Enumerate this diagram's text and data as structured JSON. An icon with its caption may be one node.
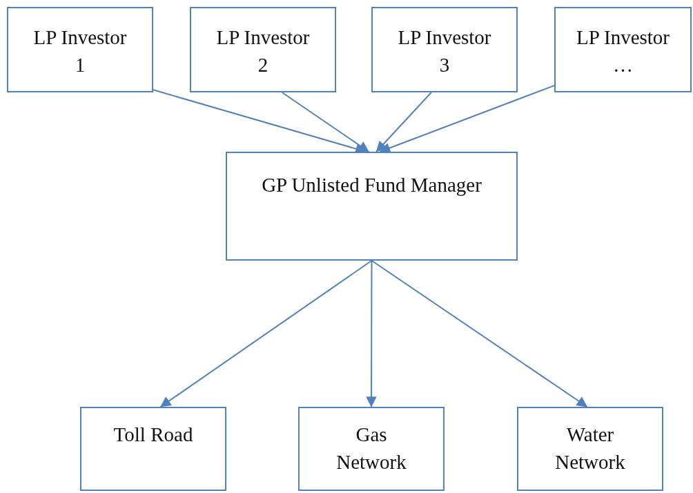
{
  "diagram": {
    "nodes": [
      {
        "text": [
          "LP Investor 1"
        ]
      },
      {
        "text": [
          "LP Investor 2"
        ]
      },
      {
        "text": [
          "LP Investor 3"
        ]
      },
      {
        "text": [
          "LP Investor …"
        ]
      },
      {
        "text": [
          "GP Unlisted Fund Manager"
        ]
      },
      {
        "text": [
          "Toll Road"
        ]
      },
      {
        "text": [
          "Gas Network"
        ]
      },
      {
        "text": [
          "Water Network"
        ]
      }
    ],
    "edges": [
      {
        "from": 0,
        "to": 4,
        "arrow": "to"
      },
      {
        "from": 1,
        "to": 4,
        "arrow": "to"
      },
      {
        "from": 2,
        "to": 4,
        "arrow": "to"
      },
      {
        "from": 3,
        "to": 4,
        "arrow": "to"
      },
      {
        "from": 4,
        "to": 5,
        "arrow": "to"
      },
      {
        "from": 4,
        "to": 6,
        "arrow": "to"
      },
      {
        "from": 4,
        "to": 7,
        "arrow": "to"
      }
    ]
  }
}
